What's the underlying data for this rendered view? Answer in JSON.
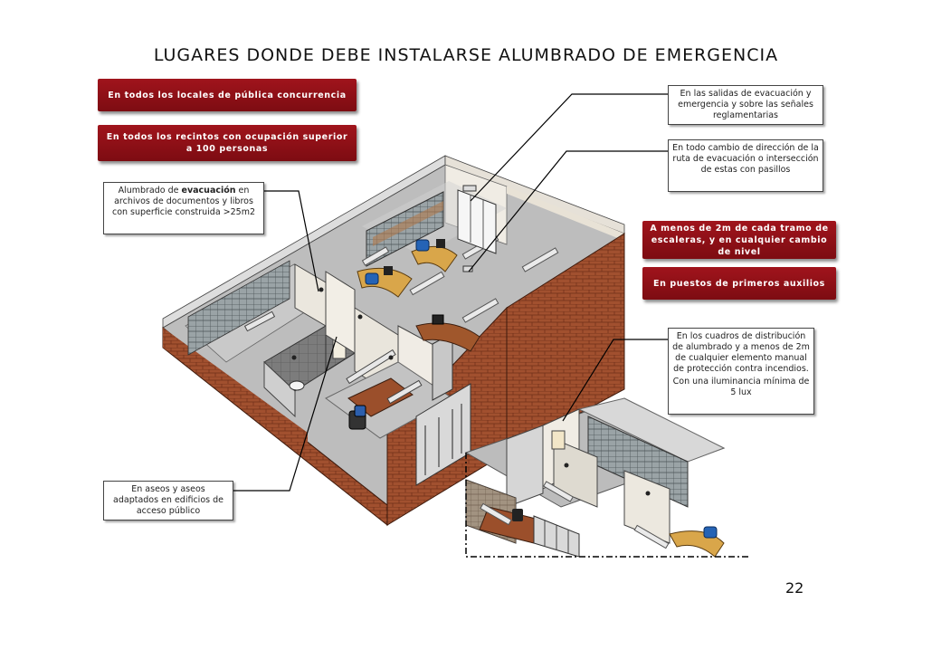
{
  "title": "LUGARES DONDE DEBE INSTALARSE ALUMBRADO DE EMERGENCIA",
  "red_labels": {
    "publica_concurrencia": "En todos los locales de pública concurrencia",
    "ocupacion": "En todos los recintos con ocupación superior a 100 personas",
    "tramo_escaleras": "A menos de 2m de cada tramo de escaleras, y en cualquier cambio de nivel",
    "primeros_auxilios": "En puestos de primeros auxilios"
  },
  "notes": {
    "archivos_pre": "Alumbrado de ",
    "archivos_bold": "evacuación",
    "archivos_post": " en archivos de documentos y libros con superficie construida >25m2",
    "aseos": "En aseos y aseos adaptados en edificios de acceso público",
    "salidas": "En las salidas de evacuación y emergencia y sobre las señales reglamentarias",
    "cambio_direccion": "En todo cambio de dirección de la ruta de evacuación o intersección de estas con pasillos",
    "cuadros": "En los cuadros de distribución de alumbrado y a menos de 2m de cualquier elemento manual de protección contra incendios.",
    "iluminancia": "Con una iluminancia mínima de 5 lux"
  },
  "page_number": "22",
  "colors": {
    "red_label": "#8b0f16",
    "brick": "#9c4a2c",
    "floor": "#bcbcbc",
    "wall": "#e8e4dc",
    "desk": "#a0522d",
    "chair": "#1f5fb0"
  },
  "icons": [
    "emergency-light-icon",
    "office-chair-icon",
    "computer-monitor-icon",
    "shelving-icon"
  ]
}
